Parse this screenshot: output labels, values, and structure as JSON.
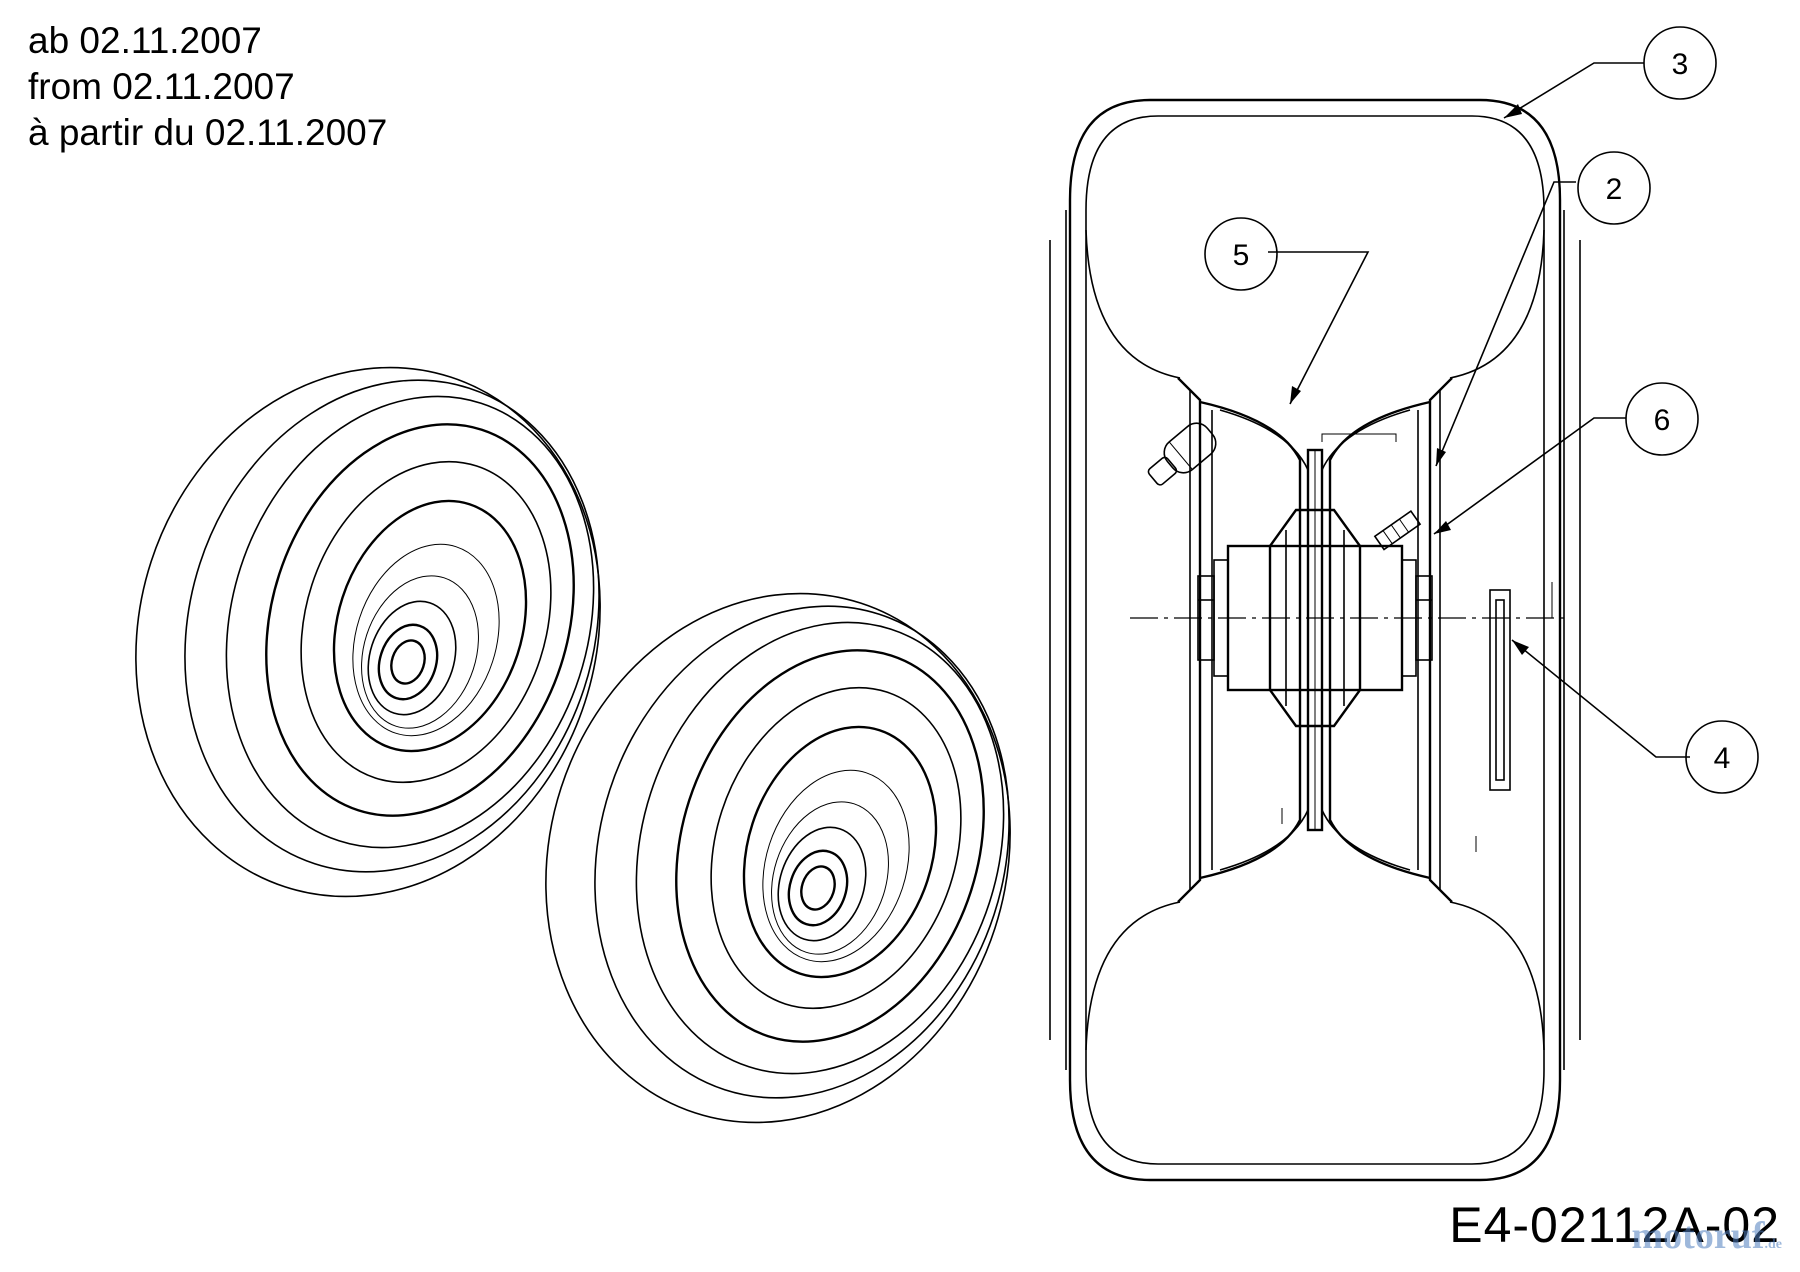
{
  "date_lines": [
    "ab 02.11.2007",
    "from 02.11.2007",
    "à partir du 02.11.2007"
  ],
  "callouts": [
    {
      "label": "3"
    },
    {
      "label": "2"
    },
    {
      "label": "5"
    },
    {
      "label": "6"
    },
    {
      "label": "4"
    }
  ],
  "document_code": "E4-02112A-02",
  "watermark": {
    "text": "motoruf",
    "suffix": ".de"
  }
}
